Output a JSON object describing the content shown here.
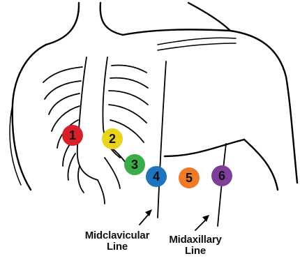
{
  "leads": [
    {
      "number": "1",
      "color": "#d8202b"
    },
    {
      "number": "2",
      "color": "#ead31c"
    },
    {
      "number": "3",
      "color": "#3aac48"
    },
    {
      "number": "4",
      "color": "#1f74c0"
    },
    {
      "number": "5",
      "color": "#ef7a28"
    },
    {
      "number": "6",
      "color": "#7f3f98"
    }
  ],
  "labels": {
    "midclavicular_line1": "Midclavicular",
    "midclavicular_line2": "Line",
    "midaxillary_line1": "Midaxillary",
    "midaxillary_line2": "Line"
  }
}
